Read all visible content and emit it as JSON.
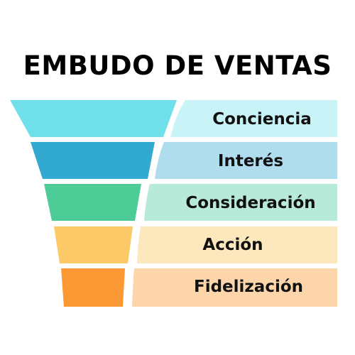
{
  "title": "EMBUDO DE VENTAS",
  "stages": [
    {
      "label": "Conciencia",
      "color": "#6fe0ea",
      "band_color": "#c9f4f7"
    },
    {
      "label": "Interés",
      "color": "#32a9d1",
      "band_color": "#b0dded"
    },
    {
      "label": "Consideración",
      "color": "#4dcc98",
      "band_color": "#b7ead8"
    },
    {
      "label": "Acción",
      "color": "#fbc965",
      "band_color": "#fde7bd"
    },
    {
      "label": "Fidelización",
      "color": "#fd9934",
      "band_color": "#fdd5ab"
    }
  ]
}
